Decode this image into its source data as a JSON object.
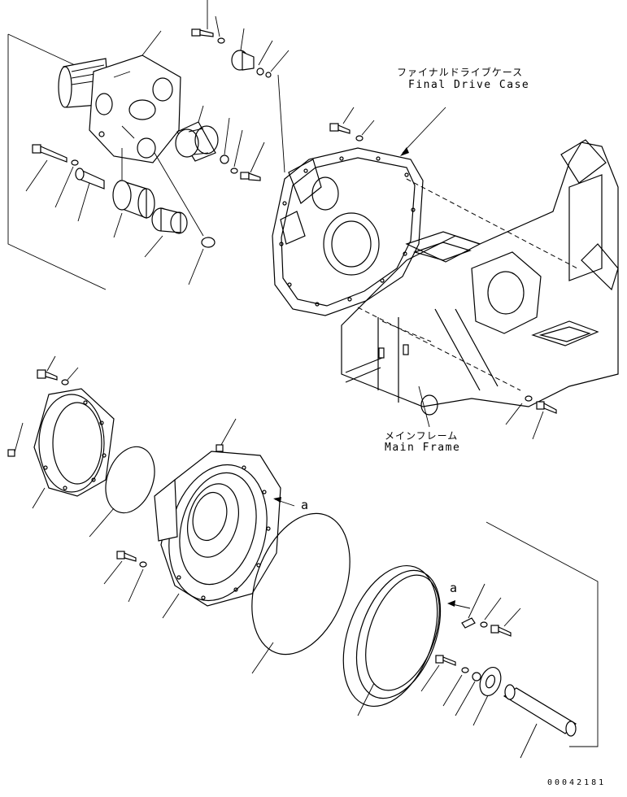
{
  "labels": {
    "final_drive_case_jp": "ファイナルドライブケース",
    "final_drive_case_en": "Final Drive Case",
    "main_frame_jp": "メインフレーム",
    "main_frame_en": "Main Frame",
    "ref_a_upper": "a",
    "ref_a_lower": "a",
    "drawing_code": "00042181"
  }
}
